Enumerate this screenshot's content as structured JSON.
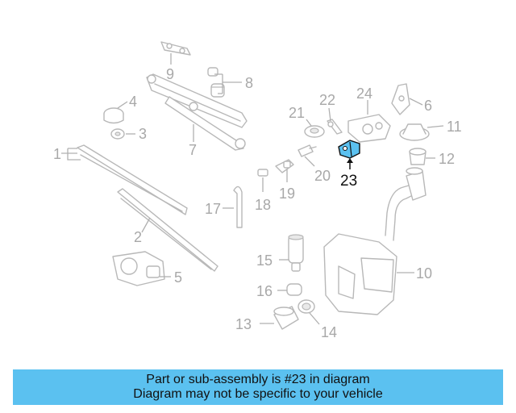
{
  "highlight": {
    "label": "23",
    "color": "#5bc1f0"
  },
  "callouts": {
    "c1": "1",
    "c2": "2",
    "c3": "3",
    "c4": "4",
    "c5": "5",
    "c6": "6",
    "c7": "7",
    "c8": "8",
    "c9": "9",
    "c10": "10",
    "c11": "11",
    "c12": "12",
    "c13": "13",
    "c14": "14",
    "c15": "15",
    "c16": "16",
    "c17": "17",
    "c18": "18",
    "c19": "19",
    "c20": "20",
    "c21": "21",
    "c22": "22",
    "c24": "24"
  },
  "banner": {
    "line1": "Part or sub-assembly is #23 in diagram",
    "line2": "Diagram may not be specific to your vehicle",
    "color": "#5bc1f0"
  }
}
